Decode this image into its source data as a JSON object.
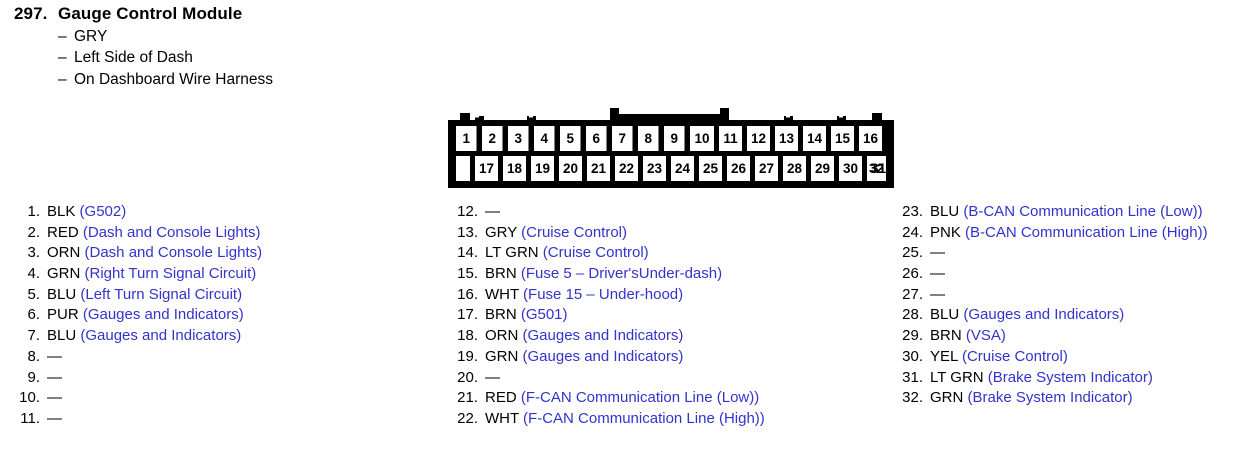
{
  "header": {
    "number": "297.",
    "title": "Gauge Control Module",
    "attributes": [
      "GRY",
      "Left Side of Dash",
      "On Dashboard Wire Harness"
    ],
    "dash": "–"
  },
  "connector": {
    "top_row_pins": [
      "1",
      "2",
      "3",
      "4",
      "5",
      "6",
      "7",
      "8",
      "9",
      "10",
      "11",
      "12",
      "13",
      "14",
      "15",
      "16"
    ],
    "bottom_row_pins": [
      "17",
      "18",
      "19",
      "20",
      "21",
      "22",
      "23",
      "24",
      "25",
      "26",
      "27",
      "28",
      "29",
      "30",
      "31",
      "32"
    ]
  },
  "legend": {
    "empty_marker": "—",
    "colors": {
      "wire_code": "#000000",
      "circuit_description": "#3333cc"
    }
  },
  "pins": {
    "column_1": [
      {
        "index": "1.",
        "color": "BLK",
        "desc": "(G502)"
      },
      {
        "index": "2.",
        "color": "RED",
        "desc": "(Dash and Console Lights)"
      },
      {
        "index": "3.",
        "color": "ORN",
        "desc": "(Dash and Console Lights)"
      },
      {
        "index": "4.",
        "color": "GRN",
        "desc": "(Right Turn Signal Circuit)"
      },
      {
        "index": "5.",
        "color": "BLU",
        "desc": "(Left Turn Signal Circuit)"
      },
      {
        "index": "6.",
        "color": "PUR",
        "desc": "(Gauges and Indicators)"
      },
      {
        "index": "7.",
        "color": "BLU",
        "desc": "(Gauges and Indicators)"
      },
      {
        "index": "8.",
        "color": "",
        "desc": ""
      },
      {
        "index": "9.",
        "color": "",
        "desc": ""
      },
      {
        "index": "10.",
        "color": "",
        "desc": ""
      },
      {
        "index": "11.",
        "color": "",
        "desc": ""
      }
    ],
    "column_2": [
      {
        "index": "12.",
        "color": "",
        "desc": ""
      },
      {
        "index": "13.",
        "color": "GRY",
        "desc": "(Cruise Control)"
      },
      {
        "index": "14.",
        "color": "LT GRN",
        "desc": "(Cruise Control)"
      },
      {
        "index": "15.",
        "color": "BRN",
        "desc": "(Fuse 5 – Driver'sUnder-dash)"
      },
      {
        "index": "16.",
        "color": "WHT",
        "desc": "(Fuse 15 – Under-hood)"
      },
      {
        "index": "17.",
        "color": "BRN",
        "desc": "(G501)"
      },
      {
        "index": "18.",
        "color": "ORN",
        "desc": "(Gauges and Indicators)"
      },
      {
        "index": "19.",
        "color": "GRN",
        "desc": "(Gauges and Indicators)"
      },
      {
        "index": "20.",
        "color": "",
        "desc": ""
      },
      {
        "index": "21.",
        "color": "RED",
        "desc": "(F-CAN Communication Line (Low))"
      },
      {
        "index": "22.",
        "color": "WHT",
        "desc": "(F-CAN Communication Line (High))"
      }
    ],
    "column_3": [
      {
        "index": "23.",
        "color": "BLU",
        "desc": "(B-CAN Communication Line (Low))"
      },
      {
        "index": "24.",
        "color": "PNK",
        "desc": "(B-CAN Communication Line (High))"
      },
      {
        "index": "25.",
        "color": "",
        "desc": ""
      },
      {
        "index": "26.",
        "color": "",
        "desc": ""
      },
      {
        "index": "27.",
        "color": "",
        "desc": ""
      },
      {
        "index": "28.",
        "color": "BLU",
        "desc": "(Gauges and Indicators)"
      },
      {
        "index": "29.",
        "color": "BRN",
        "desc": "(VSA)"
      },
      {
        "index": "30.",
        "color": "YEL",
        "desc": "(Cruise Control)"
      },
      {
        "index": "31.",
        "color": "LT GRN",
        "desc": "(Brake System Indicator)"
      },
      {
        "index": "32.",
        "color": "GRN",
        "desc": "(Brake System Indicator)"
      }
    ]
  }
}
